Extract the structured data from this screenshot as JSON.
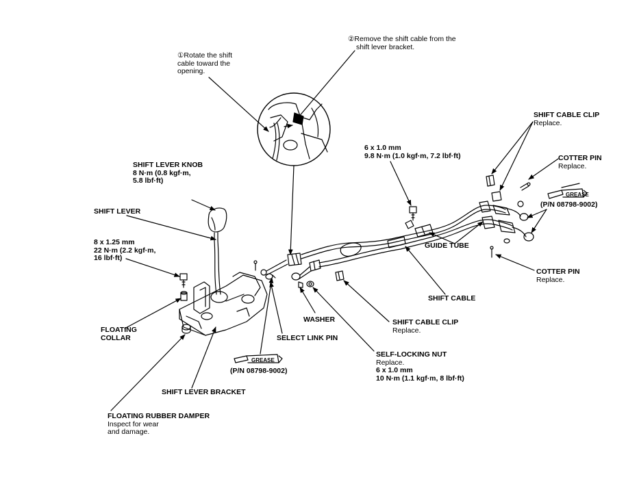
{
  "callouts": {
    "step1": {
      "lines": [
        "①Rotate the shift",
        "cable toward the",
        "opening."
      ]
    },
    "step2": {
      "lines": [
        "②Remove the shift cable from the",
        "shift lever bracket."
      ]
    },
    "shift_lever_knob": {
      "name": "SHIFT LEVER KNOB",
      "lines": [
        "8 N·m (0.8 kgf·m,",
        "5.8 lbf·ft)"
      ]
    },
    "shift_lever": {
      "name": "SHIFT LEVER"
    },
    "bolt_spec": {
      "lines": [
        "8 x 1.25 mm",
        "22 N·m (2.2 kgf·m,",
        "16 lbf·ft)"
      ]
    },
    "floating_collar": {
      "lines": [
        "FLOATING",
        "COLLAR"
      ]
    },
    "shift_lever_bracket": {
      "name": "SHIFT LEVER BRACKET"
    },
    "floating_rubber_damper": {
      "name": "FLOATING RUBBER DAMPER",
      "lines": [
        "Inspect for wear",
        "and damage."
      ]
    },
    "grease_left": {
      "tag": "GREASE",
      "pn": "(P/N 08798-9002)"
    },
    "select_link_pin": {
      "name": "SELECT LINK PIN"
    },
    "washer": {
      "name": "WASHER"
    },
    "self_locking_nut": {
      "name": "SELF-LOCKING NUT",
      "lines": [
        "Replace.",
        "6 x 1.0 mm",
        "10 N·m (1.1 kgf·m, 8 lbf·ft)"
      ]
    },
    "shift_cable_clip_lower": {
      "name": "SHIFT CABLE CLIP",
      "lines": [
        "Replace."
      ]
    },
    "shift_cable": {
      "name": "SHIFT CABLE"
    },
    "guide_tube": {
      "name": "GUIDE TUBE"
    },
    "bolt_spec_right": {
      "lines": [
        "6 x 1.0 mm",
        "9.8 N·m (1.0 kgf·m, 7.2 lbf·ft)"
      ]
    },
    "shift_cable_clip_upper": {
      "name": "SHIFT CABLE CLIP",
      "lines": [
        "Replace."
      ]
    },
    "cotter_pin_upper": {
      "name": "COTTER PIN",
      "lines": [
        "Replace."
      ]
    },
    "grease_right": {
      "tag": "GREASE",
      "pn": "(P/N 08798-9002)"
    },
    "cotter_pin_lower": {
      "name": "COTTER PIN",
      "lines": [
        "Replace."
      ]
    }
  }
}
